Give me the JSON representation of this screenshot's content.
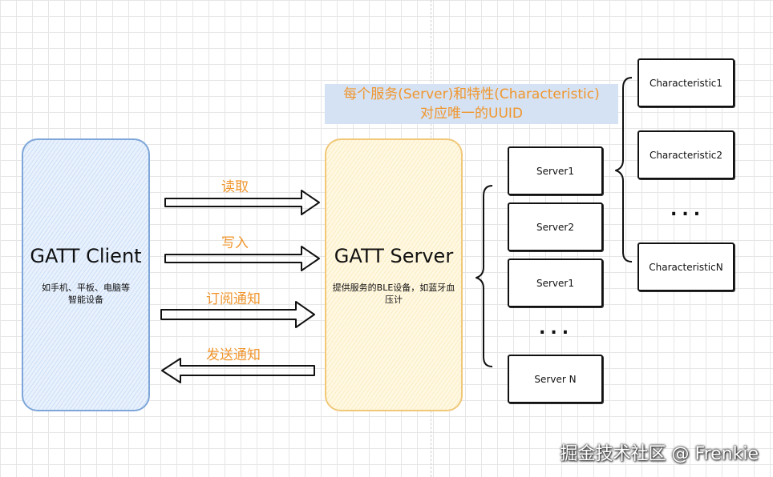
{
  "client": {
    "title": "GATT Client",
    "subtitle_line1": "如手机、平板、电脑等",
    "subtitle_line2": "智能设备"
  },
  "server": {
    "title": "GATT Server",
    "subtitle_line1": "提供服务的BLE设备，如蓝牙血",
    "subtitle_line2": "压计"
  },
  "note": {
    "line1": "每个服务(Server)和特性(Characteristic)",
    "line2": "对应唯一的UUID"
  },
  "arrows": {
    "read": "读取",
    "write": "写入",
    "subscribe": "订阅通知",
    "notify": "发送通知"
  },
  "services": [
    "Server1",
    "Server2",
    "Server1",
    "Server N"
  ],
  "services_ellipsis": "...",
  "characteristics": [
    "Characteristic1",
    "Characteristic2",
    "CharacteristicN"
  ],
  "characteristics_ellipsis": "...",
  "watermark": "掘金技术社区 @ Frenkie"
}
